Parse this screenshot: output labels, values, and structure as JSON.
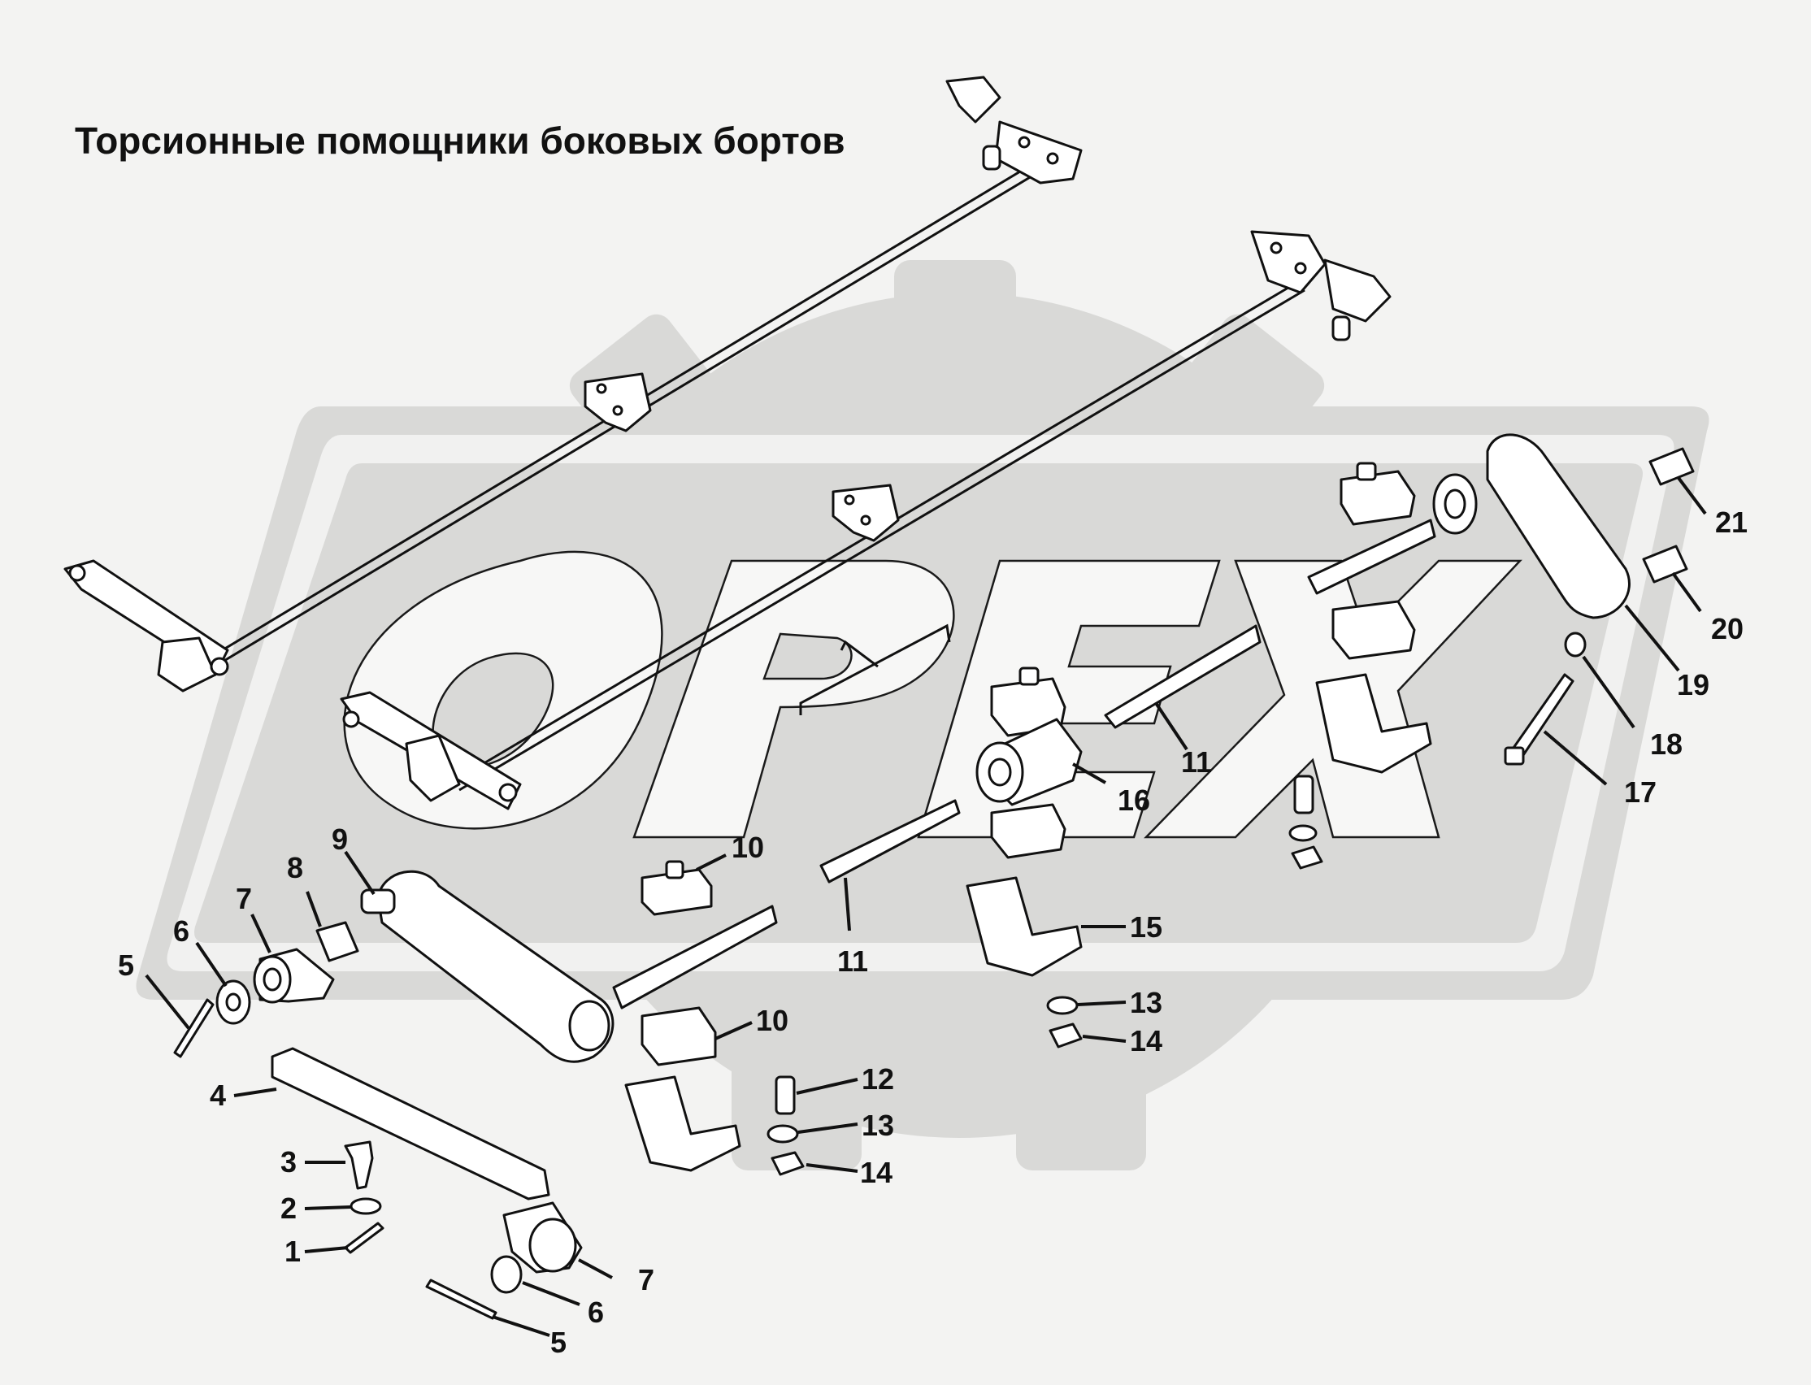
{
  "title": "Торсионные помощники боковых бортов",
  "watermark": {
    "text": "OPEX",
    "color": "#d8d8d6"
  },
  "callouts": [
    "1",
    "2",
    "3",
    "4",
    "5",
    "5",
    "6",
    "6",
    "7",
    "7",
    "8",
    "9",
    "10",
    "10",
    "11",
    "11",
    "12",
    "13",
    "13",
    "14",
    "14",
    "15",
    "16",
    "17",
    "18",
    "19",
    "20",
    "21"
  ]
}
